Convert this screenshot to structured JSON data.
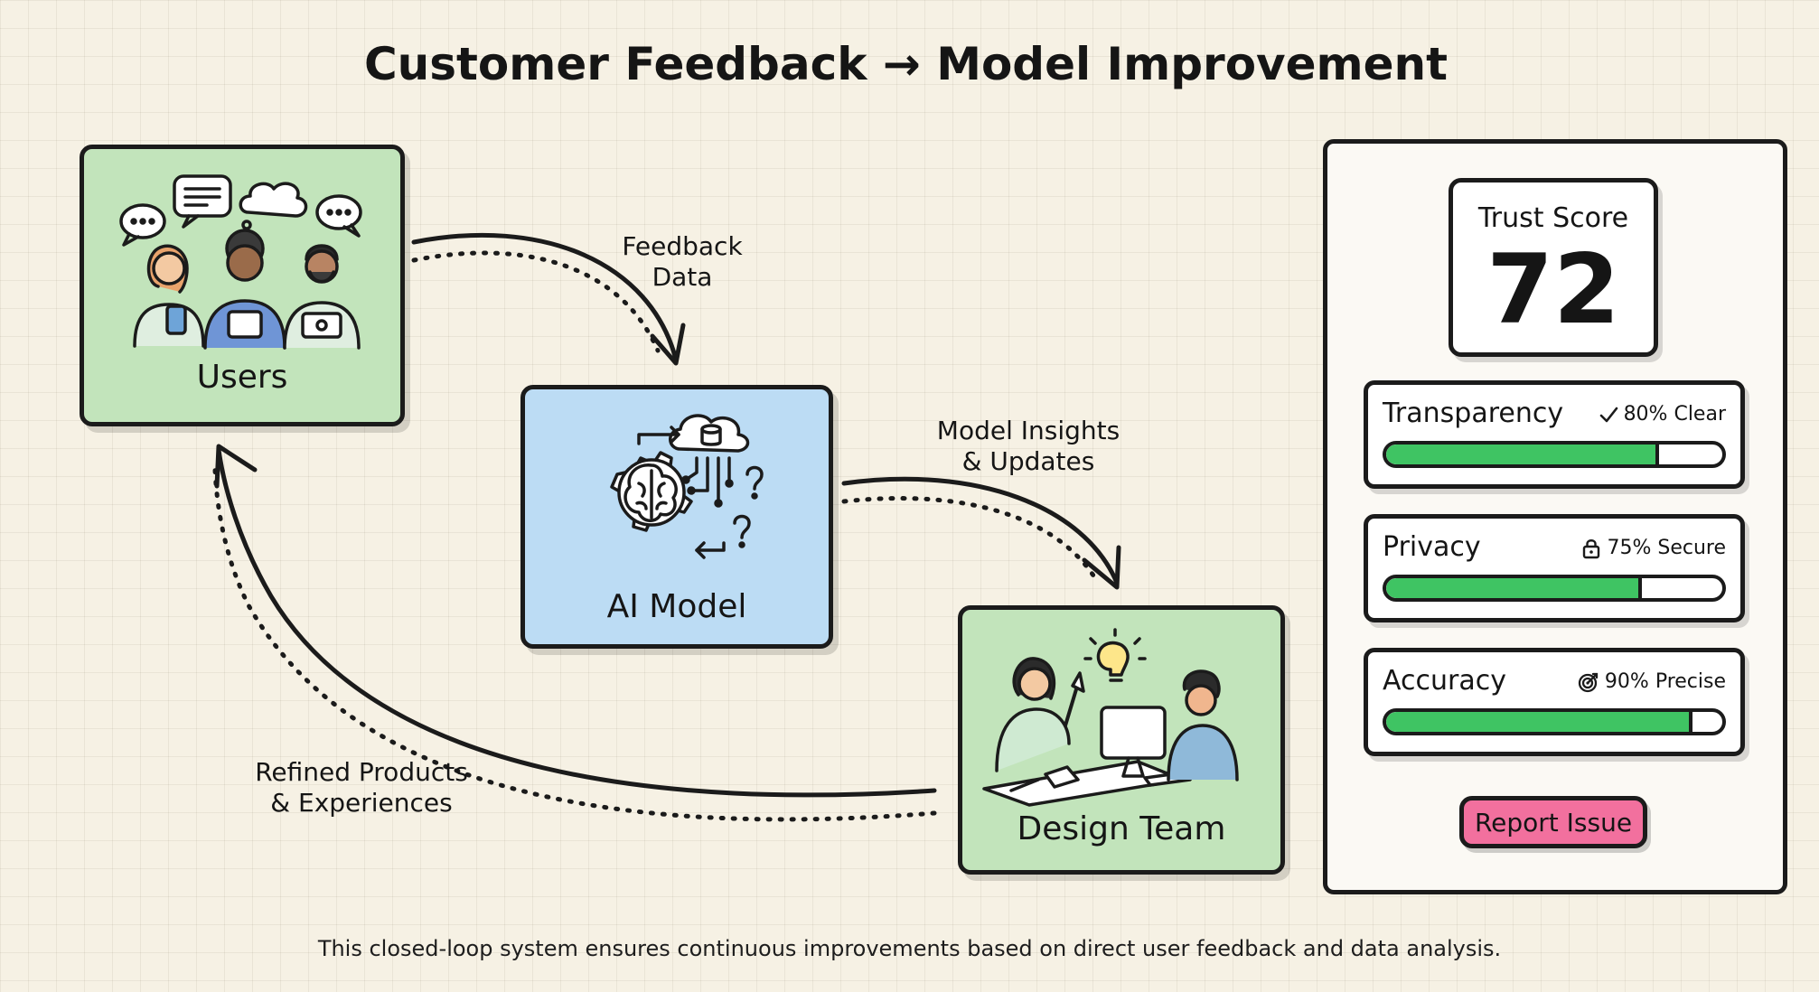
{
  "title": "Customer Feedback → Model Improvement",
  "nodes": {
    "users": {
      "label": "Users"
    },
    "ai_model": {
      "label": "AI Model"
    },
    "design_team": {
      "label": "Design Team"
    }
  },
  "flows": {
    "feedback": {
      "line1": "Feedback",
      "line2": "Data"
    },
    "insights": {
      "line1": "Model Insights",
      "line2": "& Updates"
    },
    "refined": {
      "line1": "Refined Products",
      "line2": "& Experiences"
    }
  },
  "panel": {
    "trust_score": {
      "label": "Trust Score",
      "value": "72"
    },
    "metrics": [
      {
        "name": "Transparency",
        "status": "80% Clear",
        "icon": "check-icon",
        "level": 0.8
      },
      {
        "name": "Privacy",
        "status": "75% Secure",
        "icon": "lock-icon",
        "level": 0.75
      },
      {
        "name": "Accuracy",
        "status": "90% Precise",
        "icon": "target-icon",
        "level": 0.9
      }
    ],
    "report_button": "Report Issue"
  },
  "caption": "This closed-loop system ensures continuous improvements based on direct user feedback and data analysis.",
  "colors": {
    "background": "#f6f1e4",
    "users_box": "#c2e4bb",
    "ai_box": "#bcdcf4",
    "design_box": "#c2e4bb",
    "progress_fill": "#3fc463",
    "report_button": "#f2709e",
    "outline": "#1b1b1b"
  }
}
